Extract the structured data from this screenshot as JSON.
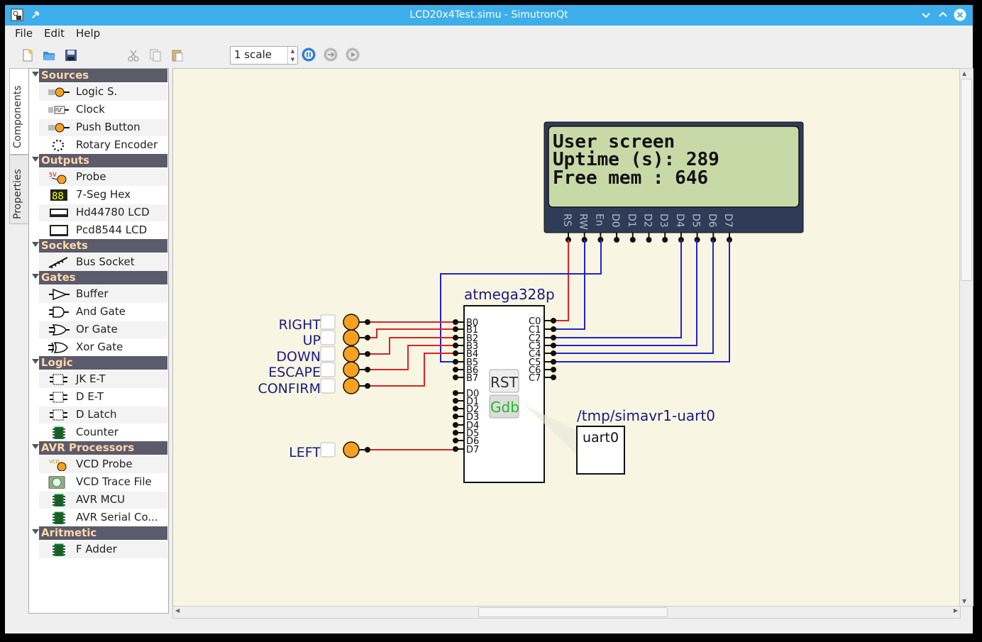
{
  "window": {
    "title": "LCD20x4Test.simu - SimutronQt"
  },
  "menu": [
    "File",
    "Edit",
    "Help"
  ],
  "toolbar": {
    "scale_value": "1 scale"
  },
  "side_tabs": [
    "Components",
    "Properties"
  ],
  "categories": [
    {
      "name": "Sources",
      "items": [
        "Logic S.",
        "Clock",
        "Push Button",
        "Rotary Encoder"
      ]
    },
    {
      "name": "Outputs",
      "items": [
        "Probe",
        "7-Seg Hex",
        "Hd44780 LCD",
        "Pcd8544 LCD"
      ]
    },
    {
      "name": "Sockets",
      "items": [
        "Bus Socket"
      ]
    },
    {
      "name": "Gates",
      "items": [
        "Buffer",
        "And Gate",
        "Or Gate",
        "Xor Gate"
      ]
    },
    {
      "name": "Logic",
      "items": [
        "JK E-T",
        "D E-T",
        "D Latch",
        "Counter"
      ]
    },
    {
      "name": "AVR Processors",
      "items": [
        "VCD Probe",
        "VCD Trace File",
        "AVR MCU",
        "AVR Serial Co..."
      ]
    },
    {
      "name": "Aritmetic",
      "items": [
        "F Adder"
      ]
    }
  ],
  "icons": {
    "Logic S.": "logic-switch-icon",
    "Clock": "clock-icon",
    "Push Button": "push-button-icon",
    "Rotary Encoder": "rotary-encoder-icon",
    "Probe": "probe-icon",
    "7-Seg Hex": "seven-seg-icon",
    "Hd44780 LCD": "lcd-icon",
    "Pcd8544 LCD": "lcd-small-icon",
    "Bus Socket": "bus-socket-icon",
    "Buffer": "buffer-gate-icon",
    "And Gate": "and-gate-icon",
    "Or Gate": "or-gate-icon",
    "Xor Gate": "xor-gate-icon",
    "JK E-T": "flipflop-icon",
    "D E-T": "flipflop-icon",
    "D Latch": "flipflop-icon",
    "Counter": "chip-icon",
    "VCD Probe": "vcd-probe-icon",
    "VCD Trace File": "trace-file-icon",
    "AVR MCU": "chip-icon",
    "AVR Serial Co...": "chip-icon",
    "F Adder": "chip-icon"
  },
  "schematic": {
    "lcd": {
      "lines": [
        "User screen",
        "Uptime (s): 289",
        "Free mem   : 646"
      ],
      "pins": [
        "RS",
        "RW",
        "En",
        "D0",
        "D1",
        "D2",
        "D3",
        "D4",
        "D5",
        "D6",
        "D7"
      ]
    },
    "mcu": {
      "name": "atmega328p",
      "left_pins": [
        "B0",
        "B1",
        "B2",
        "B3",
        "B4",
        "B5",
        "B6",
        "B7",
        "D0",
        "D1",
        "D2",
        "D3",
        "D4",
        "D5",
        "D6",
        "D7"
      ],
      "right_pins": [
        "C0",
        "C1",
        "C2",
        "C3",
        "C4",
        "C5",
        "C6",
        "C7"
      ],
      "rst_label": "RST",
      "gdb_label": "Gdb"
    },
    "buttons": [
      "RIGHT",
      "UP",
      "DOWN",
      "ESCAPE",
      "CONFIRM",
      "LEFT"
    ],
    "uart": {
      "title": "/tmp/simavr1-uart0",
      "label": "uart0"
    }
  },
  "colors": {
    "titlebar": "#3daee9",
    "category_bar": "#5b5b6b",
    "category_text": "#ffd8a8",
    "canvas": "#f8f6e3",
    "lcd_body": "#2e3c58",
    "lcd_screen": "#c8d9a8",
    "wire_red": "#dd2222",
    "wire_blue": "#2222cc",
    "button_orange": "#f8a020",
    "label_navy": "#1a1a80"
  }
}
